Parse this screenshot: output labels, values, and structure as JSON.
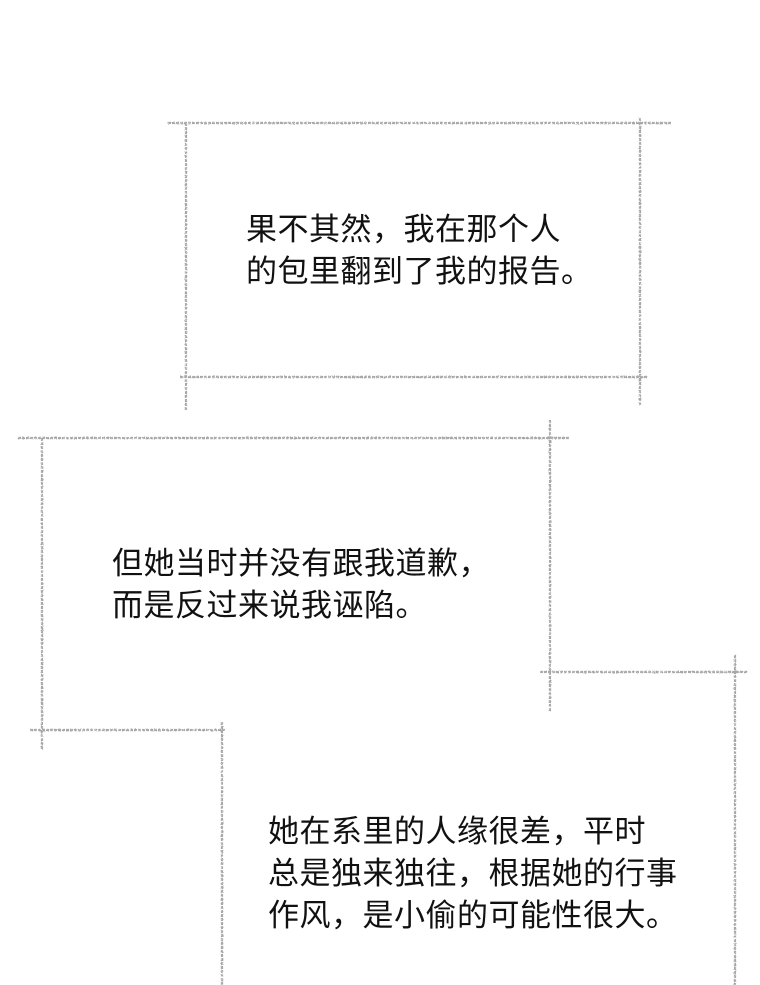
{
  "captions": [
    {
      "lines": [
        "果不其然，我在那个人",
        "的包里翻到了我的报告。"
      ]
    },
    {
      "lines": [
        "但她当时并没有跟我道歉，",
        "而是反过来说我诬陷。"
      ]
    },
    {
      "lines": [
        "她在系里的人缘很差，平时",
        "总是独来独往，根据她的行事",
        "作风，是小偷的可能性很大。"
      ]
    }
  ],
  "colors": {
    "background": "#ffffff",
    "text": "#111111",
    "frame": "#a8a8a8"
  }
}
